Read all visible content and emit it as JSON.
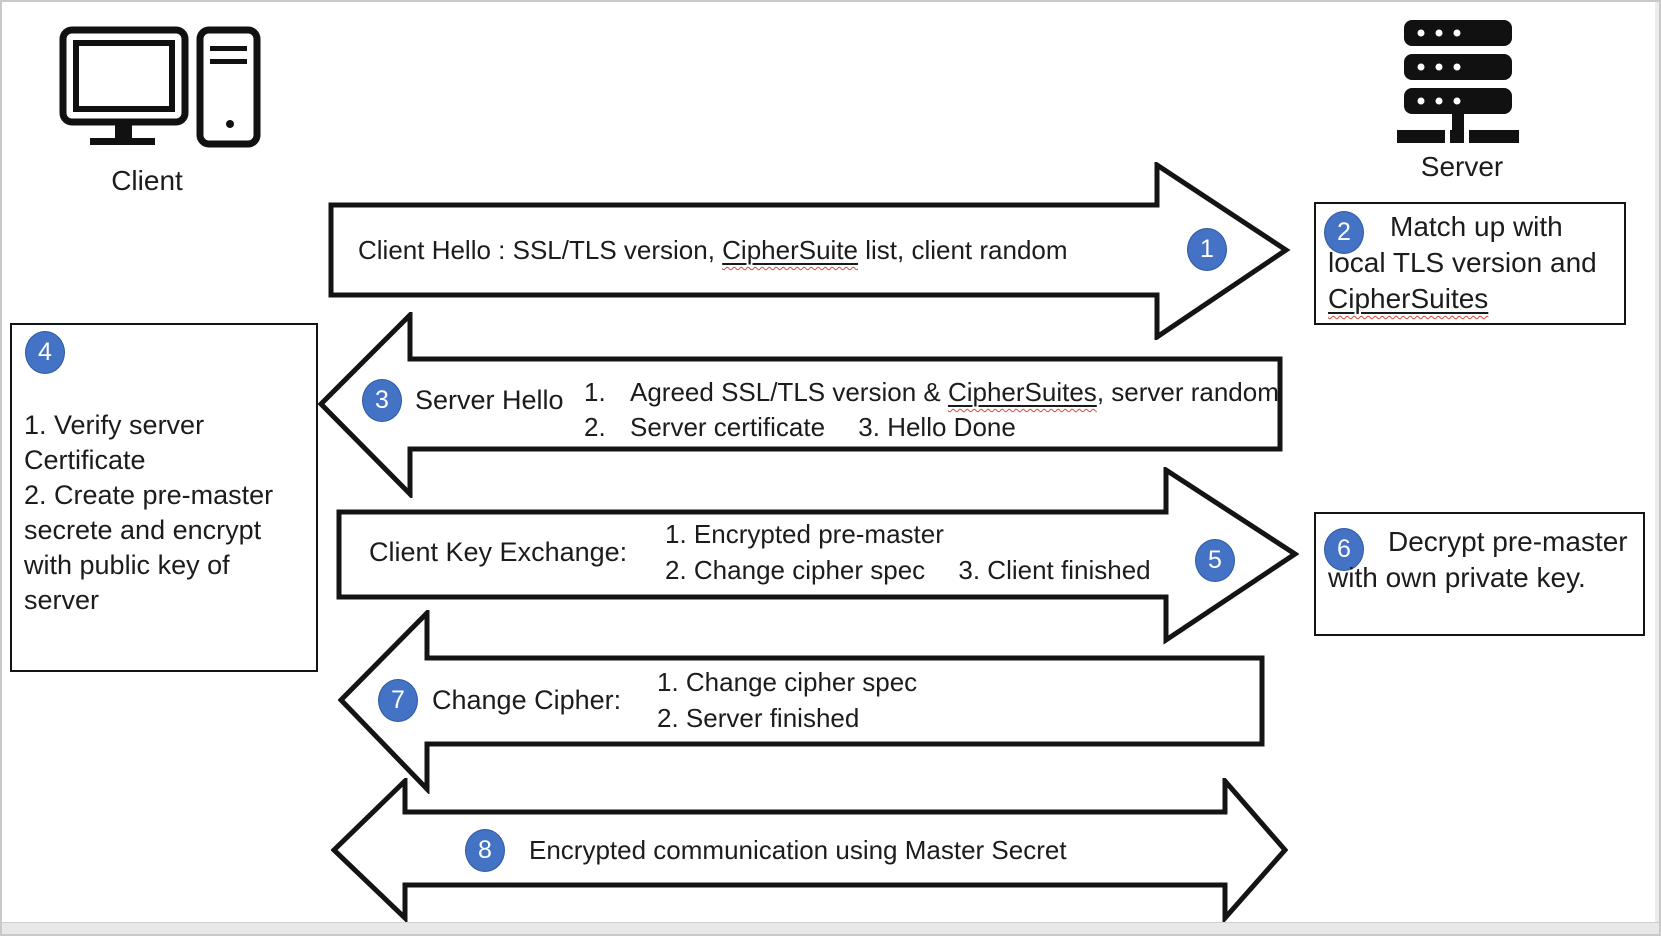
{
  "colors": {
    "badge_blue": "#4472C4",
    "arrow_stroke": "#141414",
    "spell_wavy_red": "#d9473a"
  },
  "client": {
    "label": "Client"
  },
  "server": {
    "label": "Server"
  },
  "arrow1": {
    "badge": "1",
    "before": "Client Hello : SSL/TLS version, ",
    "keyword": "CipherSuite",
    "after": " list, client random"
  },
  "box2": {
    "badge": "2",
    "before": "Match up with local TLS version and ",
    "keyword": "CipherSuites",
    "after": ""
  },
  "arrow3": {
    "badge": "3",
    "label": "Server Hello",
    "item1_num": "1.",
    "item1_before": "Agreed SSL/TLS version & ",
    "item1_keyword": "CipherSuites",
    "item1_after": ", server random",
    "item2_num": "2.",
    "item2_text": "Server certificate  3. Hello Done"
  },
  "box4": {
    "badge": "4",
    "item1": "1. Verify server Certificate",
    "item2": "2. Create pre-master secrete and encrypt with public key of server"
  },
  "arrow5": {
    "badge": "5",
    "label": "Client Key Exchange:",
    "item1": "1. Encrypted pre-master",
    "item2": "2. Change cipher spec  3. Client finished"
  },
  "box6": {
    "badge": "6",
    "text": "Decrypt pre-master with own private key."
  },
  "arrow7": {
    "badge": "7",
    "label": "Change Cipher:",
    "item1": "1. Change cipher spec",
    "item2": "2. Server finished"
  },
  "arrow8": {
    "badge": "8",
    "text": "Encrypted communication using Master Secret"
  }
}
